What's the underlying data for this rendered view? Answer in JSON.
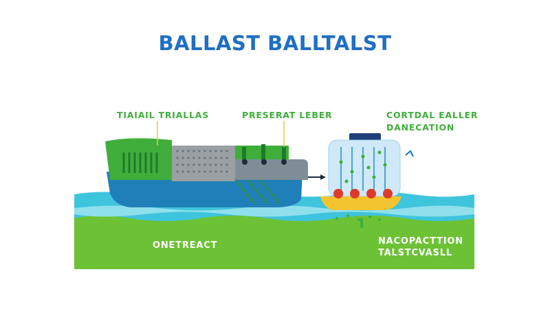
{
  "title": "BALLAST BALLTALST",
  "labels": {
    "top_left": "TIAIAIL TRIALLAS",
    "top_middle": "PRESERAT LEBER",
    "top_right_line1": "CORTDAL EALLER",
    "top_right_line2": "DANECATION",
    "bottom_left": "ONETREACT",
    "bottom_right_line1": "NACOPACTTION",
    "bottom_right_line2": "TALSTCVASLL"
  },
  "colors": {
    "title": "#1f6fc4",
    "label_green": "#3fae3a",
    "hull_green": "#3fae3a",
    "hull_blue": "#1f7fb8",
    "water": "#3ec4dc",
    "ground": "#6cc234",
    "tank_gray": "#9aa0a4",
    "boat_yellow": "#f4c430"
  }
}
